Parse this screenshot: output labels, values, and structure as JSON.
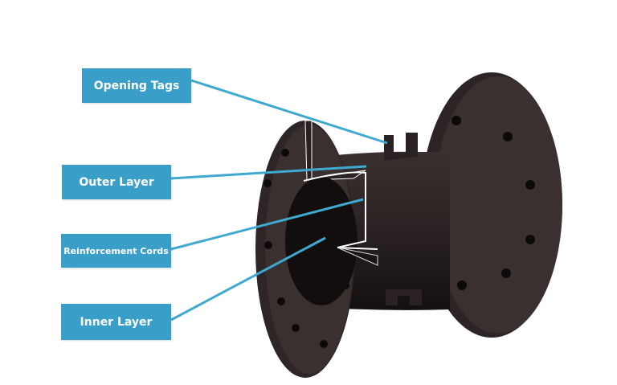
{
  "labels": {
    "opening_tags": "Opening Tags",
    "outer_layer": "Outer Layer",
    "reinforcement_cords": "Reinforcement Cords",
    "inner_layer": "Inner Layer"
  },
  "colors": {
    "label_bg": "#3a9fc8",
    "leader_line": "#3fa9d0",
    "rubber": "#2a2222"
  }
}
